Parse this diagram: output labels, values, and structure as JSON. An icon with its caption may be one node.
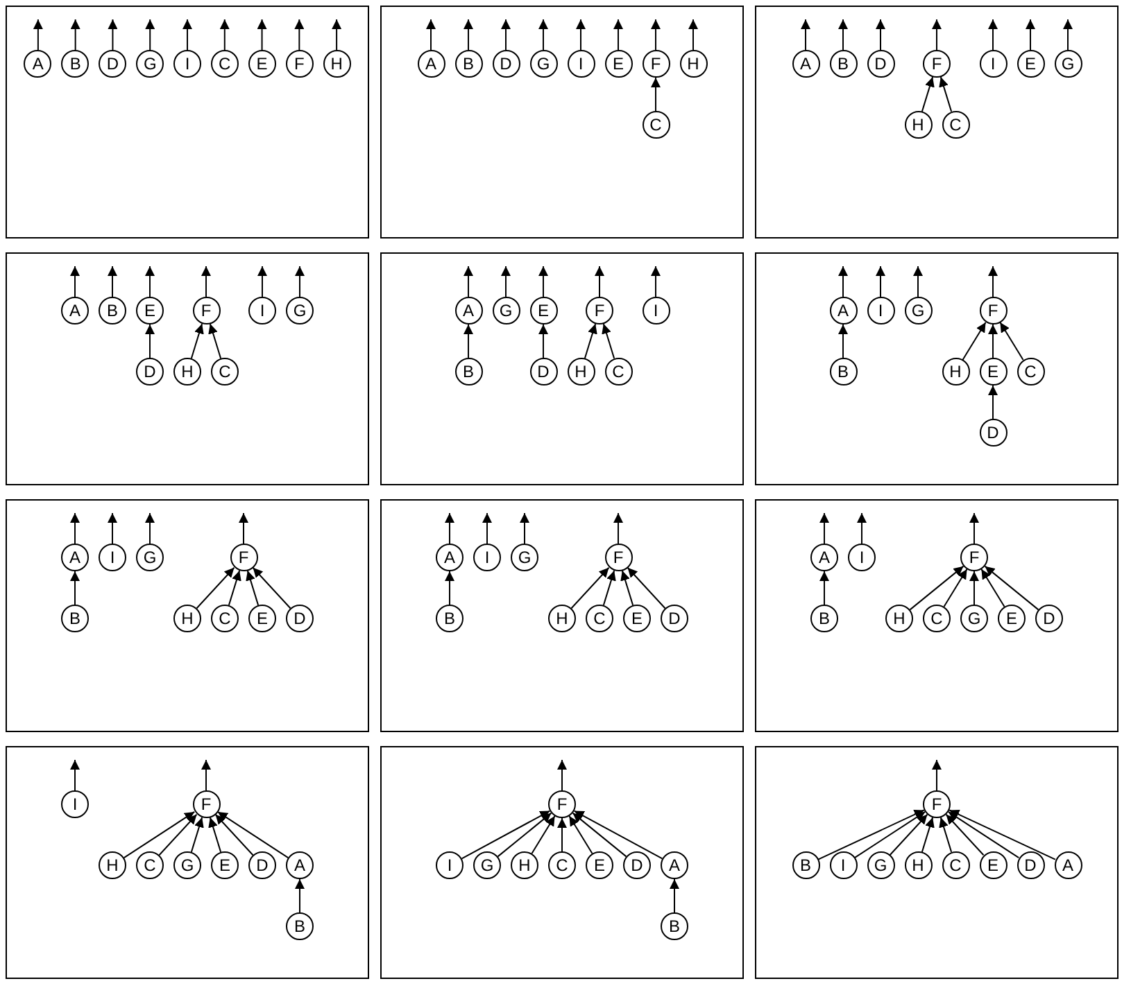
{
  "diagram": {
    "nodes": [
      {
        "text": [],
        "shape": "box"
      },
      {
        "text": [
          "A"
        ],
        "in": 0
      },
      {
        "text": [
          "B"
        ],
        "in": 0
      },
      {
        "text": [
          "D"
        ],
        "in": 0
      },
      {
        "text": [
          "G"
        ],
        "in": 0
      },
      {
        "text": [
          "I"
        ],
        "in": 0
      },
      {
        "text": [
          "C"
        ],
        "in": 0
      },
      {
        "text": [
          "E"
        ],
        "in": 0
      },
      {
        "text": [
          "F"
        ],
        "in": 0
      },
      {
        "text": [
          "H"
        ],
        "in": 0
      },
      {
        "text": [],
        "shape": "box"
      },
      {
        "text": [
          "A"
        ],
        "in": 10
      },
      {
        "text": [
          "B"
        ],
        "in": 10
      },
      {
        "text": [
          "D"
        ],
        "in": 10
      },
      {
        "text": [
          "G"
        ],
        "in": 10
      },
      {
        "text": [
          "I"
        ],
        "in": 10
      },
      {
        "text": [
          "E"
        ],
        "in": 10
      },
      {
        "text": [
          "F"
        ],
        "in": 10
      },
      {
        "text": [
          "H"
        ],
        "in": 10
      },
      {
        "text": [
          "C"
        ],
        "in": 10
      },
      {
        "text": [],
        "shape": "box"
      },
      {
        "text": [
          "A"
        ],
        "in": 20
      },
      {
        "text": [
          "B"
        ],
        "in": 20
      },
      {
        "text": [
          "D"
        ],
        "in": 20
      },
      {
        "text": [
          "F"
        ],
        "in": 20
      },
      {
        "text": [
          "I"
        ],
        "in": 20
      },
      {
        "text": [
          "E"
        ],
        "in": 20
      },
      {
        "text": [
          "G"
        ],
        "in": 20
      },
      {
        "text": [
          "H"
        ],
        "in": 20
      },
      {
        "text": [
          "C"
        ],
        "in": 20
      },
      {
        "text": [],
        "shape": "box"
      },
      {
        "text": [
          "A"
        ],
        "in": 30
      },
      {
        "text": [
          "B"
        ],
        "in": 30
      },
      {
        "text": [
          "E"
        ],
        "in": 30
      },
      {
        "text": [
          "F"
        ],
        "in": 30
      },
      {
        "text": [
          "I"
        ],
        "in": 30
      },
      {
        "text": [
          "G"
        ],
        "in": 30
      },
      {
        "text": [
          "D"
        ],
        "in": 30
      },
      {
        "text": [
          "H"
        ],
        "in": 30
      },
      {
        "text": [
          "C"
        ],
        "in": 30
      },
      {
        "text": [],
        "shape": "box"
      },
      {
        "text": [
          "A"
        ],
        "in": 40
      },
      {
        "text": [
          "G"
        ],
        "in": 40
      },
      {
        "text": [
          "E"
        ],
        "in": 40
      },
      {
        "text": [
          "F"
        ],
        "in": 40
      },
      {
        "text": [
          "B"
        ],
        "in": 40
      },
      {
        "text": [
          "I"
        ],
        "in": 40
      },
      {
        "text": [
          "D"
        ],
        "in": 40
      },
      {
        "text": [
          "H"
        ],
        "in": 40
      },
      {
        "text": [
          "C"
        ],
        "in": 40
      },
      {
        "text": [],
        "shape": "box"
      },
      {
        "text": [
          "A"
        ],
        "in": 50
      },
      {
        "text": [
          "I"
        ],
        "in": 50
      },
      {
        "text": [
          "G"
        ],
        "in": 50
      },
      {
        "text": [
          "F"
        ],
        "in": 50
      },
      {
        "text": [
          "B"
        ],
        "in": 50
      },
      {
        "text": [
          "H"
        ],
        "in": 50
      },
      {
        "text": [
          "E"
        ],
        "in": 50
      },
      {
        "text": [
          "C"
        ],
        "in": 50
      },
      {
        "text": [
          "D"
        ],
        "in": 50
      },
      {
        "text": [],
        "shape": "box"
      },
      {
        "text": [
          "A"
        ],
        "in": 60
      },
      {
        "text": [
          "I"
        ],
        "in": 60
      },
      {
        "text": [
          "G"
        ],
        "in": 60
      },
      {
        "text": [
          "F"
        ],
        "in": 60
      },
      {
        "text": [
          "B"
        ],
        "in": 60
      },
      {
        "text": [
          "H"
        ],
        "in": 60
      },
      {
        "text": [
          "C"
        ],
        "in": 60
      },
      {
        "text": [
          "E"
        ],
        "in": 60
      },
      {
        "text": [
          "D"
        ],
        "in": 60
      },
      {
        "text": [],
        "shape": "box"
      },
      {
        "text": [
          "A"
        ],
        "in": 70
      },
      {
        "text": [
          "I"
        ],
        "in": 70
      },
      {
        "text": [
          "G"
        ],
        "in": 70
      },
      {
        "text": [
          "F"
        ],
        "in": 70
      },
      {
        "text": [
          "B"
        ],
        "in": 70
      },
      {
        "text": [
          "H"
        ],
        "in": 70
      },
      {
        "text": [
          "C"
        ],
        "in": 70
      },
      {
        "text": [
          "E"
        ],
        "in": 70
      },
      {
        "text": [
          "D"
        ],
        "in": 70
      },
      {
        "text": [],
        "shape": "box"
      },
      {
        "text": [
          "A"
        ],
        "in": 80
      },
      {
        "text": [
          "I"
        ],
        "in": 80
      },
      {
        "text": [
          "F"
        ],
        "in": 80
      },
      {
        "text": [
          "B"
        ],
        "in": 80
      },
      {
        "text": [
          "H"
        ],
        "in": 80
      },
      {
        "text": [
          "C"
        ],
        "in": 80
      },
      {
        "text": [
          "G"
        ],
        "in": 80
      },
      {
        "text": [
          "E"
        ],
        "in": 80
      },
      {
        "text": [
          "D"
        ],
        "in": 80
      },
      {
        "text": [],
        "shape": "box"
      },
      {
        "text": [
          "I"
        ],
        "in": 90
      },
      {
        "text": [
          "F"
        ],
        "in": 90
      },
      {
        "text": [
          "H"
        ],
        "in": 90
      },
      {
        "text": [
          "C"
        ],
        "in": 90
      },
      {
        "text": [
          "G"
        ],
        "in": 90
      },
      {
        "text": [
          "E"
        ],
        "in": 90
      },
      {
        "text": [
          "D"
        ],
        "in": 90
      },
      {
        "text": [
          "A"
        ],
        "in": 90
      },
      {
        "text": [
          "B"
        ],
        "in": 90
      },
      {
        "text": [],
        "shape": "box"
      },
      {
        "text": [
          "F"
        ],
        "in": 100
      },
      {
        "text": [
          "I"
        ],
        "in": 100
      },
      {
        "text": [
          "G"
        ],
        "in": 100
      },
      {
        "text": [
          "H"
        ],
        "in": 100
      },
      {
        "text": [
          "C"
        ],
        "in": 100
      },
      {
        "text": [
          "E"
        ],
        "in": 100
      },
      {
        "text": [
          "D"
        ],
        "in": 100
      },
      {
        "text": [
          "A"
        ],
        "in": 100
      },
      {
        "text": [
          "B"
        ],
        "in": 100
      },
      {
        "text": [],
        "shape": "box"
      },
      {
        "text": [
          "F"
        ],
        "in": 110
      },
      {
        "text": [
          "B"
        ],
        "in": 110
      },
      {
        "text": [
          "I"
        ],
        "in": 110
      },
      {
        "text": [
          "G"
        ],
        "in": 110
      },
      {
        "text": [
          "H"
        ],
        "in": 110
      },
      {
        "text": [
          "C"
        ],
        "in": 110
      },
      {
        "text": [
          "E"
        ],
        "in": 110
      },
      {
        "text": [
          "D"
        ],
        "in": 110
      },
      {
        "text": [
          "A"
        ],
        "in": 110
      }
    ],
    "edges": [
      {
        "from": 1,
        "to": null,
        "arrow": "to"
      },
      {
        "from": 2,
        "to": null,
        "arrow": "to"
      },
      {
        "from": 3,
        "to": null,
        "arrow": "to"
      },
      {
        "from": 4,
        "to": null,
        "arrow": "to"
      },
      {
        "from": 5,
        "to": null,
        "arrow": "to"
      },
      {
        "from": 6,
        "to": null,
        "arrow": "to"
      },
      {
        "from": 7,
        "to": null,
        "arrow": "to"
      },
      {
        "from": 8,
        "to": null,
        "arrow": "to"
      },
      {
        "from": 9,
        "to": null,
        "arrow": "to"
      },
      {
        "from": 11,
        "to": null,
        "arrow": "to"
      },
      {
        "from": 12,
        "to": null,
        "arrow": "to"
      },
      {
        "from": 13,
        "to": null,
        "arrow": "to"
      },
      {
        "from": 14,
        "to": null,
        "arrow": "to"
      },
      {
        "from": 15,
        "to": null,
        "arrow": "to"
      },
      {
        "from": 16,
        "to": null,
        "arrow": "to"
      },
      {
        "from": 17,
        "to": null,
        "arrow": "to"
      },
      {
        "from": 18,
        "to": null,
        "arrow": "to"
      },
      {
        "from": 19,
        "to": 17,
        "arrow": "to"
      },
      {
        "from": 21,
        "to": null,
        "arrow": "to"
      },
      {
        "from": 22,
        "to": null,
        "arrow": "to"
      },
      {
        "from": 23,
        "to": null,
        "arrow": "to"
      },
      {
        "from": 24,
        "to": null,
        "arrow": "to"
      },
      {
        "from": 25,
        "to": null,
        "arrow": "to"
      },
      {
        "from": 26,
        "to": null,
        "arrow": "to"
      },
      {
        "from": 27,
        "to": null,
        "arrow": "to"
      },
      {
        "from": 28,
        "to": 24,
        "arrow": "to"
      },
      {
        "from": 29,
        "to": 24,
        "arrow": "to"
      },
      {
        "from": 31,
        "to": null,
        "arrow": "to"
      },
      {
        "from": 32,
        "to": null,
        "arrow": "to"
      },
      {
        "from": 33,
        "to": null,
        "arrow": "to"
      },
      {
        "from": 34,
        "to": null,
        "arrow": "to"
      },
      {
        "from": 35,
        "to": null,
        "arrow": "to"
      },
      {
        "from": 36,
        "to": null,
        "arrow": "to"
      },
      {
        "from": 37,
        "to": 33,
        "arrow": "to"
      },
      {
        "from": 38,
        "to": 34,
        "arrow": "to"
      },
      {
        "from": 39,
        "to": 34,
        "arrow": "to"
      },
      {
        "from": 41,
        "to": null,
        "arrow": "to"
      },
      {
        "from": 42,
        "to": null,
        "arrow": "to"
      },
      {
        "from": 43,
        "to": null,
        "arrow": "to"
      },
      {
        "from": 44,
        "to": null,
        "arrow": "to"
      },
      {
        "from": 45,
        "to": 41,
        "arrow": "to"
      },
      {
        "from": 46,
        "to": null,
        "arrow": "to"
      },
      {
        "from": 47,
        "to": 43,
        "arrow": "to"
      },
      {
        "from": 48,
        "to": 44,
        "arrow": "to"
      },
      {
        "from": 49,
        "to": 44,
        "arrow": "to"
      },
      {
        "from": 51,
        "to": null,
        "arrow": "to"
      },
      {
        "from": 52,
        "to": null,
        "arrow": "to"
      },
      {
        "from": 53,
        "to": null,
        "arrow": "to"
      },
      {
        "from": 54,
        "to": null,
        "arrow": "to"
      },
      {
        "from": 55,
        "to": 51,
        "arrow": "to"
      },
      {
        "from": 56,
        "to": 54,
        "arrow": "to"
      },
      {
        "from": 57,
        "to": 54,
        "arrow": "to"
      },
      {
        "from": 58,
        "to": 54,
        "arrow": "to"
      },
      {
        "from": 59,
        "to": 57,
        "arrow": "to"
      },
      {
        "from": 61,
        "to": null,
        "arrow": "to"
      },
      {
        "from": 62,
        "to": null,
        "arrow": "to"
      },
      {
        "from": 63,
        "to": null,
        "arrow": "to"
      },
      {
        "from": 64,
        "to": null,
        "arrow": "to"
      },
      {
        "from": 65,
        "to": 61,
        "arrow": "to"
      },
      {
        "from": 66,
        "to": 64,
        "arrow": "to"
      },
      {
        "from": 67,
        "to": 64,
        "arrow": "to"
      },
      {
        "from": 68,
        "to": 64,
        "arrow": "to"
      },
      {
        "from": 69,
        "to": 64,
        "arrow": "to"
      },
      {
        "from": 71,
        "to": null,
        "arrow": "to"
      },
      {
        "from": 72,
        "to": null,
        "arrow": "to"
      },
      {
        "from": 73,
        "to": null,
        "arrow": "to"
      },
      {
        "from": 74,
        "to": null,
        "arrow": "to"
      },
      {
        "from": 75,
        "to": 71,
        "arrow": "to"
      },
      {
        "from": 76,
        "to": 74,
        "arrow": "to"
      },
      {
        "from": 77,
        "to": 74,
        "arrow": "to"
      },
      {
        "from": 78,
        "to": 74,
        "arrow": "to"
      },
      {
        "from": 79,
        "to": 74,
        "arrow": "to"
      },
      {
        "from": 81,
        "to": null,
        "arrow": "to"
      },
      {
        "from": 82,
        "to": null,
        "arrow": "to"
      },
      {
        "from": 83,
        "to": null,
        "arrow": "to"
      },
      {
        "from": 84,
        "to": 81,
        "arrow": "to"
      },
      {
        "from": 85,
        "to": 83,
        "arrow": "to"
      },
      {
        "from": 86,
        "to": 83,
        "arrow": "to"
      },
      {
        "from": 87,
        "to": 83,
        "arrow": "to"
      },
      {
        "from": 88,
        "to": 83,
        "arrow": "to"
      },
      {
        "from": 89,
        "to": 83,
        "arrow": "to"
      },
      {
        "from": 91,
        "to": null,
        "arrow": "to"
      },
      {
        "from": 92,
        "to": null,
        "arrow": "to"
      },
      {
        "from": 93,
        "to": 92,
        "arrow": "to"
      },
      {
        "from": 94,
        "to": 92,
        "arrow": "to"
      },
      {
        "from": 95,
        "to": 92,
        "arrow": "to"
      },
      {
        "from": 96,
        "to": 92,
        "arrow": "to"
      },
      {
        "from": 97,
        "to": 92,
        "arrow": "to"
      },
      {
        "from": 98,
        "to": 92,
        "arrow": "to"
      },
      {
        "from": 99,
        "to": 98,
        "arrow": "to"
      },
      {
        "from": 101,
        "to": null,
        "arrow": "to"
      },
      {
        "from": 102,
        "to": 101,
        "arrow": "to"
      },
      {
        "from": 103,
        "to": 101,
        "arrow": "to"
      },
      {
        "from": 104,
        "to": 101,
        "arrow": "to"
      },
      {
        "from": 105,
        "to": 101,
        "arrow": "to"
      },
      {
        "from": 106,
        "to": 101,
        "arrow": "to"
      },
      {
        "from": 107,
        "to": 101,
        "arrow": "to"
      },
      {
        "from": 108,
        "to": 101,
        "arrow": "to"
      },
      {
        "from": 109,
        "to": 108,
        "arrow": "to"
      },
      {
        "from": 111,
        "to": null,
        "arrow": "to"
      },
      {
        "from": 112,
        "to": 111,
        "arrow": "to"
      },
      {
        "from": 113,
        "to": 111,
        "arrow": "to"
      },
      {
        "from": 114,
        "to": 111,
        "arrow": "to"
      },
      {
        "from": 115,
        "to": 111,
        "arrow": "to"
      },
      {
        "from": 116,
        "to": 111,
        "arrow": "to"
      },
      {
        "from": 117,
        "to": 111,
        "arrow": "to"
      },
      {
        "from": 118,
        "to": 111,
        "arrow": "to"
      },
      {
        "from": 119,
        "to": 111,
        "arrow": "to"
      }
    ]
  }
}
